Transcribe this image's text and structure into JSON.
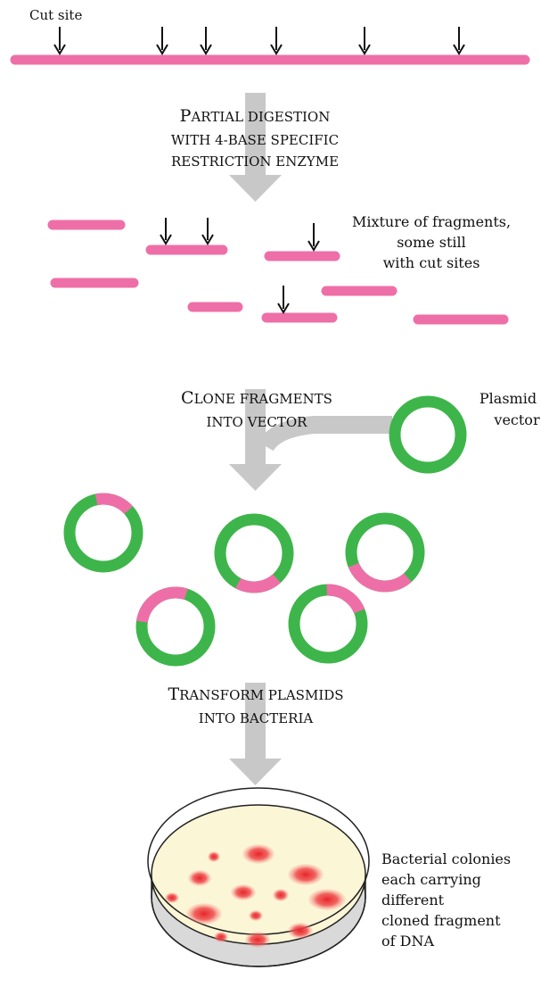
{
  "labels": {
    "cut_site": "Cut site",
    "step1": [
      {
        "cap": "P",
        "rest": "ARTIAL DIGESTION"
      },
      {
        "cap": "",
        "rest": "WITH 4-BASE SPECIFIC"
      },
      {
        "cap": "",
        "rest": "RESTRICTION ENZYME"
      }
    ],
    "fragments_note": [
      "Mixture of fragments,",
      "some still",
      "with cut sites"
    ],
    "step2": [
      {
        "cap": "C",
        "rest": "LONE FRAGMENTS"
      },
      {
        "cap": "",
        "rest": "INTO VECTOR"
      }
    ],
    "plasmid_note": [
      "Plasmid",
      "vector"
    ],
    "step3": [
      {
        "cap": "T",
        "rest": "RANSFORM PLASMIDS"
      },
      {
        "cap": "",
        "rest": "INTO BACTERIA"
      }
    ],
    "colonies_note": [
      "Bacterial colonies",
      "each carrying",
      "different",
      "cloned fragment",
      "of DNA"
    ]
  },
  "colors": {
    "dna": "#ee6fa8",
    "plasmid": "#3db54a",
    "arrow": "#c8c8c8",
    "dish_fill": "#fbf6d6",
    "colony": "#e8242a"
  }
}
